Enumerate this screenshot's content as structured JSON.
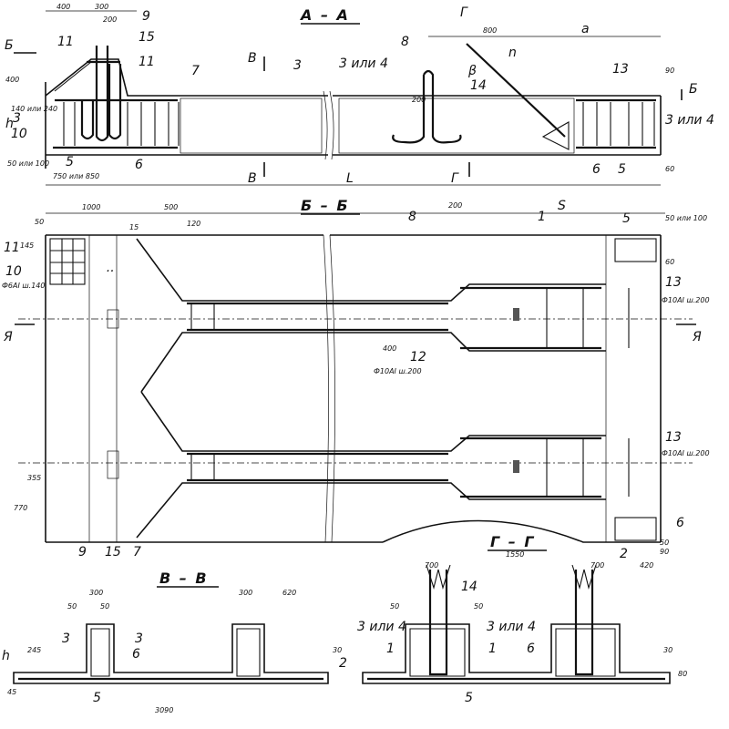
{
  "sections": {
    "aa": "А – А",
    "bb": "Б – Б",
    "vv": "В – В",
    "gg": "Г – Г"
  },
  "cut_marks": {
    "b": "Б",
    "v": "В",
    "g": "Г",
    "a": "Я"
  },
  "labels": {
    "n1": "1",
    "n2": "2",
    "n3": "3",
    "n5": "5",
    "n6": "6",
    "n7": "7",
    "n8": "8",
    "n9": "9",
    "n10": "10",
    "n11": "11",
    "n12": "12",
    "n13": "13",
    "n14": "14",
    "n15": "15",
    "n3or4": "3 или 4",
    "h": "h",
    "a": "a",
    "L": "L",
    "S": "S",
    "beta": "β",
    "n": "n",
    "s10_note": "Ф6АI ш.140",
    "s12_note": "Ф10АI ш.200",
    "s13_note": "Ф10АI ш.200",
    "s140_240": "140 или 240",
    "s50_100": "50 или 100",
    "s750_850": "750 или 850"
  },
  "dims": {
    "d400": "400",
    "d300": "300",
    "d200": "200",
    "d800": "800",
    "d90": "90",
    "d60": "60",
    "d1000": "1000",
    "d500": "500",
    "d50": "50",
    "d145": "145",
    "d15": "15",
    "d120": "120",
    "d770": "770",
    "d355": "355",
    "d620": "620",
    "d245": "245",
    "d45": "45",
    "d3090": "3090",
    "d30": "30",
    "d1550": "1550",
    "d700": "700",
    "d420": "420",
    "d80": "80"
  }
}
